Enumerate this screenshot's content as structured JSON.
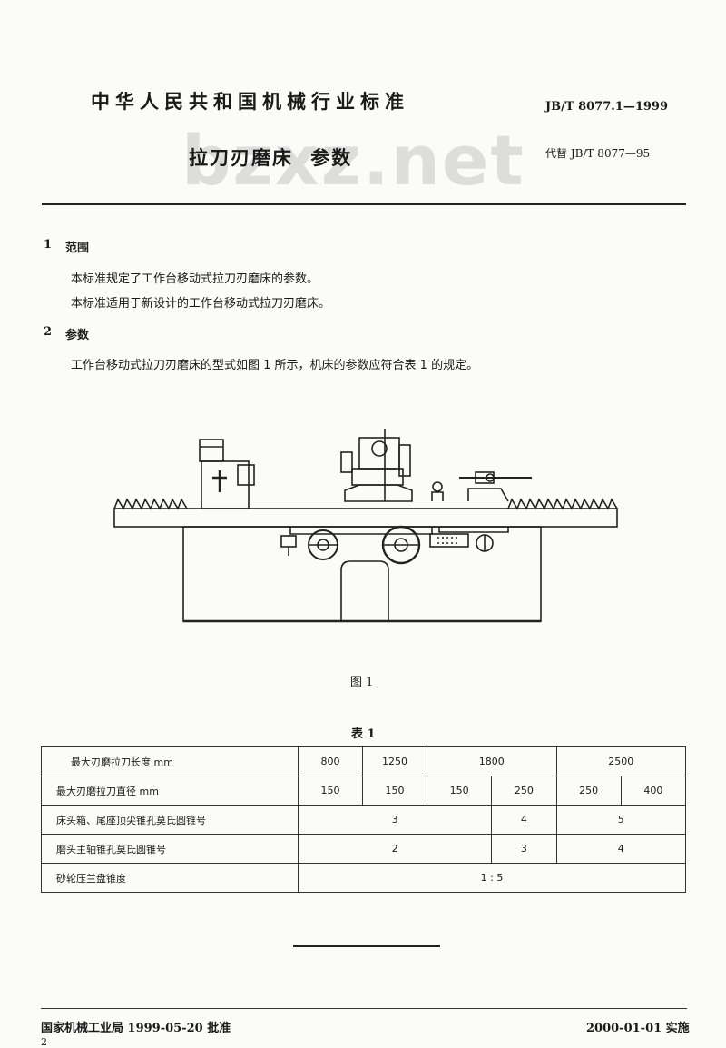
{
  "header": {
    "org": "中华人民共和国机械行业标准",
    "std_number": "JB/T 8077.1—1999",
    "title": "拉刀刃磨床  参数",
    "replaces": "代替 JB/T 8077—95",
    "watermark": "bzxz.net"
  },
  "sections": [
    {
      "num": "1",
      "title": "范围",
      "paragraphs": [
        "本标准规定了工作台移动式拉刀刃磨床的参数。",
        "本标准适用于新设计的工作台移动式拉刀刃磨床。"
      ]
    },
    {
      "num": "2",
      "title": "参数",
      "paragraphs": [
        "工作台移动式拉刀刃磨床的型式如图 1 所示，机床的参数应符合表 1 的规定。"
      ]
    }
  ],
  "figure": {
    "caption": "图 1"
  },
  "table": {
    "caption": "表 1",
    "rows": [
      {
        "label": "最大刃磨拉刀长度    mm",
        "cells": [
          "800",
          "1250",
          "1800",
          "2500"
        ]
      },
      {
        "label": "最大刃磨拉刀直径    mm",
        "cells": [
          "150",
          "150",
          "150",
          "250",
          "250",
          "400"
        ]
      },
      {
        "label": "床头箱、尾座顶尖锥孔莫氏圆锥号",
        "cells": [
          "3",
          "4",
          "5"
        ]
      },
      {
        "label": "磨头主轴锥孔莫氏圆锥号",
        "cells": [
          "2",
          "3",
          "4"
        ]
      },
      {
        "label": "砂轮压兰盘锥度",
        "cells": [
          "1 : 5"
        ]
      }
    ]
  },
  "footer": {
    "approved": "国家机械工业局 1999-05-20 批准",
    "implemented": "2000-01-01 实施",
    "page": "2"
  }
}
